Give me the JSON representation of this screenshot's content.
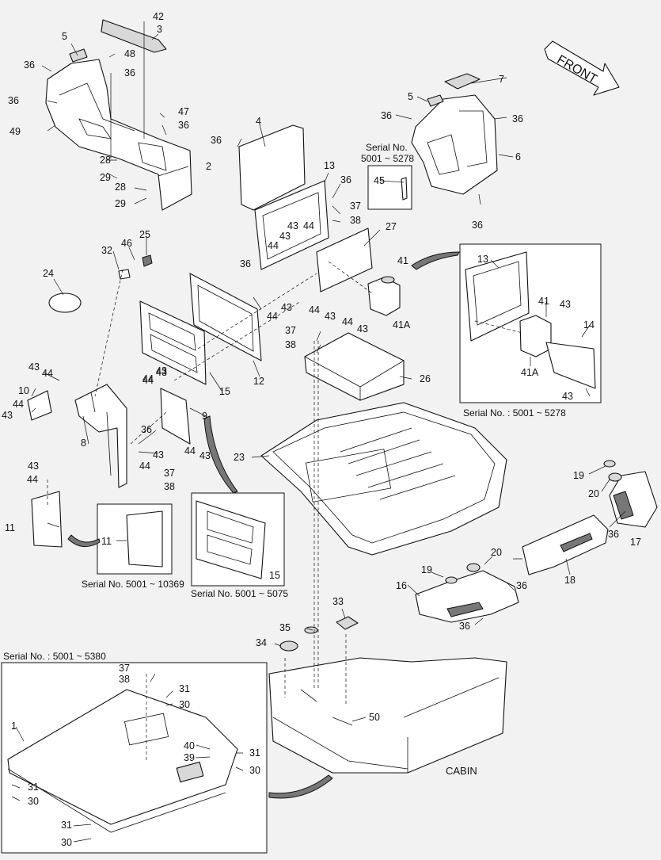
{
  "front_label": "FRONT",
  "cabin_label": "CABIN",
  "inset_captions": {
    "serial_top_line1": "Serial No.",
    "serial_top_line2": "5001 ~ 5278",
    "serial_right": "Serial No. : 5001 ~ 5278",
    "serial_11": "Serial No. 5001 ~ 10369",
    "serial_15": "Serial No. 5001 ~ 5075",
    "serial_floor": "Serial No. : 5001 ~ 5380"
  },
  "callouts": [
    {
      "id": "c-42",
      "text": "42"
    },
    {
      "id": "c-3",
      "text": "3"
    },
    {
      "id": "c-5a",
      "text": "5"
    },
    {
      "id": "c-36a",
      "text": "36"
    },
    {
      "id": "c-48",
      "text": "48"
    },
    {
      "id": "c-36b",
      "text": "36"
    },
    {
      "id": "c-36c",
      "text": "36"
    },
    {
      "id": "c-49",
      "text": "49"
    },
    {
      "id": "c-47",
      "text": "47"
    },
    {
      "id": "c-36d",
      "text": "36"
    },
    {
      "id": "c-2",
      "text": "2"
    },
    {
      "id": "c-28a",
      "text": "28"
    },
    {
      "id": "c-29a",
      "text": "29"
    },
    {
      "id": "c-28b",
      "text": "28"
    },
    {
      "id": "c-29b",
      "text": "29"
    },
    {
      "id": "c-4",
      "text": "4"
    },
    {
      "id": "c-36e",
      "text": "36"
    },
    {
      "id": "c-13a",
      "text": "13"
    },
    {
      "id": "c-36f",
      "text": "36"
    },
    {
      "id": "c-37a",
      "text": "37"
    },
    {
      "id": "c-38a",
      "text": "38"
    },
    {
      "id": "c-43a",
      "text": "43"
    },
    {
      "id": "c-44a",
      "text": "44"
    },
    {
      "id": "c-43b",
      "text": "43"
    },
    {
      "id": "c-44b",
      "text": "44"
    },
    {
      "id": "c-27",
      "text": "27"
    },
    {
      "id": "c-36g",
      "text": "36"
    },
    {
      "id": "c-41a",
      "text": "41"
    },
    {
      "id": "c-41Aa",
      "text": "41A"
    },
    {
      "id": "c-44c",
      "text": "44"
    },
    {
      "id": "c-43c",
      "text": "43"
    },
    {
      "id": "c-44d",
      "text": "44"
    },
    {
      "id": "c-43d",
      "text": "43"
    },
    {
      "id": "c-5b",
      "text": "5"
    },
    {
      "id": "c-7",
      "text": "7"
    },
    {
      "id": "c-36h",
      "text": "36"
    },
    {
      "id": "c-36i",
      "text": "36"
    },
    {
      "id": "c-6",
      "text": "6"
    },
    {
      "id": "c-45",
      "text": "45"
    },
    {
      "id": "c-36j",
      "text": "36"
    },
    {
      "id": "c-13b",
      "text": "13"
    },
    {
      "id": "c-41b",
      "text": "41"
    },
    {
      "id": "c-43e",
      "text": "43"
    },
    {
      "id": "c-14",
      "text": "14"
    },
    {
      "id": "c-41Ab",
      "text": "41A"
    },
    {
      "id": "c-43f",
      "text": "43"
    },
    {
      "id": "c-32",
      "text": "32"
    },
    {
      "id": "c-46",
      "text": "46"
    },
    {
      "id": "c-25",
      "text": "25"
    },
    {
      "id": "c-24",
      "text": "24"
    },
    {
      "id": "c-43g",
      "text": "43"
    },
    {
      "id": "c-44e",
      "text": "44"
    },
    {
      "id": "c-43h",
      "text": "43"
    },
    {
      "id": "c-44f",
      "text": "44"
    },
    {
      "id": "c-12",
      "text": "12"
    },
    {
      "id": "c-15a",
      "text": "15"
    },
    {
      "id": "c-37b",
      "text": "37"
    },
    {
      "id": "c-38b",
      "text": "38"
    },
    {
      "id": "c-26",
      "text": "26"
    },
    {
      "id": "c-43i",
      "text": "43"
    },
    {
      "id": "c-44g",
      "text": "44"
    },
    {
      "id": "c-10",
      "text": "10"
    },
    {
      "id": "c-44h",
      "text": "44"
    },
    {
      "id": "c-43j",
      "text": "43"
    },
    {
      "id": "c-43k",
      "text": "43"
    },
    {
      "id": "c-44i",
      "text": "44"
    },
    {
      "id": "c-9",
      "text": "9"
    },
    {
      "id": "c-8",
      "text": "8"
    },
    {
      "id": "c-36k",
      "text": "36"
    },
    {
      "id": "c-43l",
      "text": "43"
    },
    {
      "id": "c-44j",
      "text": "44"
    },
    {
      "id": "c-43m",
      "text": "43"
    },
    {
      "id": "c-44k",
      "text": "44"
    },
    {
      "id": "c-37c",
      "text": "37"
    },
    {
      "id": "c-38c",
      "text": "38"
    },
    {
      "id": "c-43n",
      "text": "43"
    },
    {
      "id": "c-44l",
      "text": "44"
    },
    {
      "id": "c-11a",
      "text": "11"
    },
    {
      "id": "c-11b",
      "text": "11"
    },
    {
      "id": "c-23",
      "text": "23"
    },
    {
      "id": "c-15b",
      "text": "15"
    },
    {
      "id": "c-19a",
      "text": "19"
    },
    {
      "id": "c-20a",
      "text": "20"
    },
    {
      "id": "c-17",
      "text": "17"
    },
    {
      "id": "c-36l",
      "text": "36"
    },
    {
      "id": "c-18",
      "text": "18"
    },
    {
      "id": "c-36m",
      "text": "36"
    },
    {
      "id": "c-20b",
      "text": "20"
    },
    {
      "id": "c-19b",
      "text": "19"
    },
    {
      "id": "c-16",
      "text": "16"
    },
    {
      "id": "c-36n",
      "text": "36"
    },
    {
      "id": "c-33",
      "text": "33"
    },
    {
      "id": "c-35",
      "text": "35"
    },
    {
      "id": "c-34",
      "text": "34"
    },
    {
      "id": "c-50",
      "text": "50"
    },
    {
      "id": "c-37d",
      "text": "37"
    },
    {
      "id": "c-38d",
      "text": "38"
    },
    {
      "id": "c-31a",
      "text": "31"
    },
    {
      "id": "c-30a",
      "text": "30"
    },
    {
      "id": "c-1",
      "text": "1"
    },
    {
      "id": "c-40",
      "text": "40"
    },
    {
      "id": "c-39",
      "text": "39"
    },
    {
      "id": "c-31b",
      "text": "31"
    },
    {
      "id": "c-30b",
      "text": "30"
    },
    {
      "id": "c-31c",
      "text": "31"
    },
    {
      "id": "c-30c",
      "text": "30"
    },
    {
      "id": "c-31d",
      "text": "31"
    },
    {
      "id": "c-30d",
      "text": "30"
    }
  ]
}
